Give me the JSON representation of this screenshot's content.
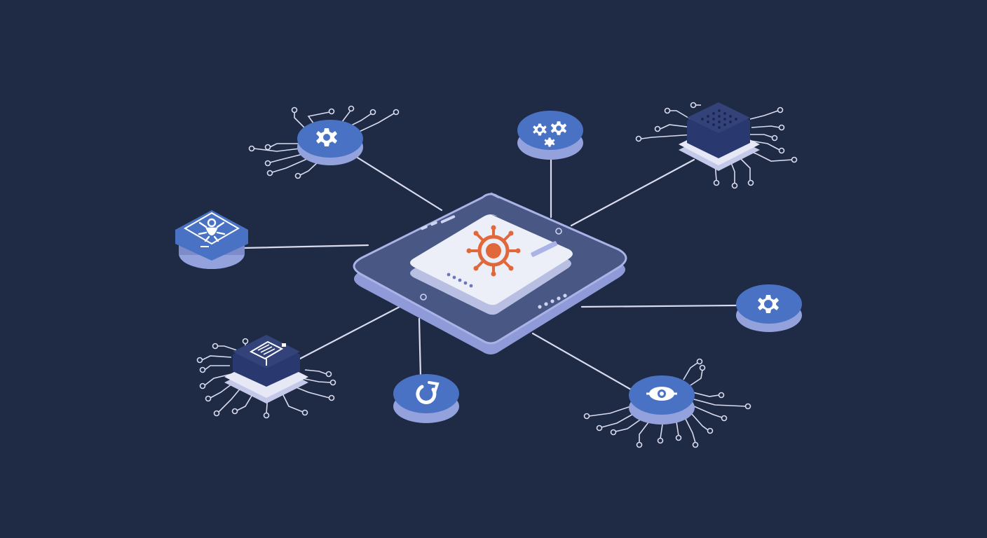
{
  "colors": {
    "background": "#1f2a44",
    "connector": "#d9dcef",
    "node_blue": "#4a72c4",
    "node_rim": "#93a2dc",
    "node_shadow": "#7d8bc9",
    "hub_body": "#485784",
    "hub_rim": "#aab2e6",
    "card_face": "#eceef8",
    "card_edge": "#b9bfe3",
    "accent": "#e0683a",
    "icon": "#ffffff",
    "chip_body": "#33437a",
    "chip_base": "#e6e8f6"
  },
  "hub": {
    "icon": "virus-gear-icon"
  },
  "nodes": [
    {
      "id": "gear-node-top-left",
      "kind": "disc",
      "icon": "gear-icon"
    },
    {
      "id": "gears-node-top",
      "kind": "disc",
      "icon": "double-gear-icon"
    },
    {
      "id": "chip-node-top-right",
      "kind": "chip",
      "icon": "grid-icon"
    },
    {
      "id": "bug-node-left",
      "kind": "disc",
      "icon": "bug-icon"
    },
    {
      "id": "gear-node-right",
      "kind": "disc",
      "icon": "gear-icon"
    },
    {
      "id": "document-chip-node-bottom-left",
      "kind": "chip",
      "icon": "document-icon"
    },
    {
      "id": "refresh-node-bottom",
      "kind": "disc",
      "icon": "refresh-icon"
    },
    {
      "id": "eye-node-bottom-right",
      "kind": "disc",
      "icon": "eye-icon"
    }
  ]
}
